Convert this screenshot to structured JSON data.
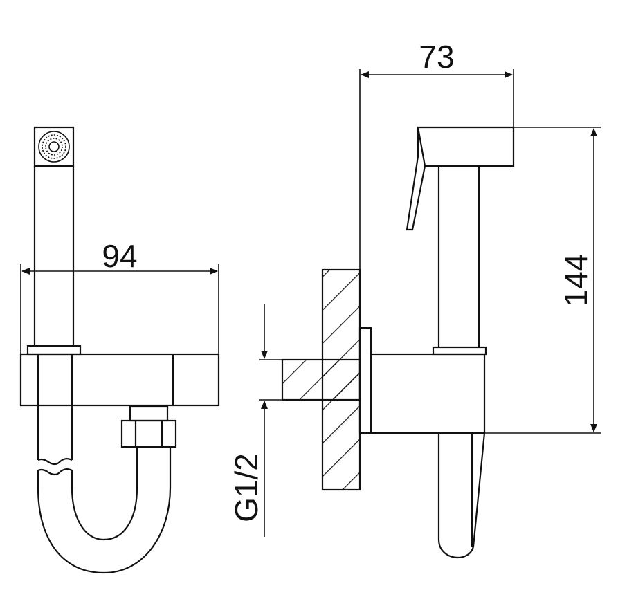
{
  "dimensions": {
    "width_side": "94",
    "width_front": "73",
    "height_front": "144",
    "thread": "G1/2"
  },
  "colors": {
    "line": "#111111",
    "background": "#ffffff"
  }
}
